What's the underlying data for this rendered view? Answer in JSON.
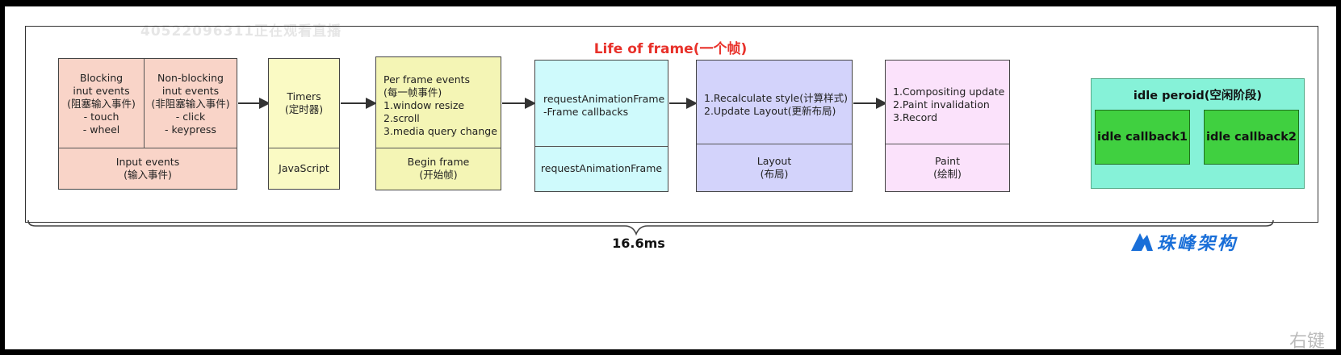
{
  "title": "Life of frame(一个帧)",
  "watermark": "40522096311正在观看直播",
  "input_box": {
    "blocking": [
      "Blocking",
      "inut events",
      "(阻塞输入事件)",
      "- touch",
      "- wheel"
    ],
    "non_blocking": [
      "Non-blocking",
      "inut events",
      "(非阻塞输入事件)",
      "- click",
      "- keypress"
    ],
    "footer": [
      "Input events",
      "(输入事件)"
    ]
  },
  "timers_box": {
    "top": [
      "Timers",
      "(定时器)"
    ],
    "bottom": "JavaScript"
  },
  "begin_box": {
    "top": [
      "Per frame events",
      "(每一帧事件)",
      "1.window resize",
      "2.scroll",
      "3.media query change"
    ],
    "bottom": [
      "Begin frame",
      "(开始帧)"
    ]
  },
  "raf_box": {
    "top": [
      "requestAnimationFrame",
      "-Frame callbacks"
    ],
    "bottom": "requestAnimationFrame"
  },
  "layout_box": {
    "top": [
      "1.Recalculate style(计算样式)",
      "2.Update Layout(更新布局)"
    ],
    "bottom": [
      "Layout",
      "(布局)"
    ]
  },
  "paint_box": {
    "top": [
      "1.Compositing update",
      "2.Paint invalidation",
      "3.Record"
    ],
    "bottom": [
      "Paint",
      "(绘制)"
    ]
  },
  "idle": {
    "title": "idle peroid(空闲阶段)",
    "callback1": "idle callback1",
    "callback2": "idle callback2"
  },
  "duration": "16.6ms",
  "logo_text": "珠峰架构",
  "corner_text": "右键",
  "colors": {
    "title": "#e8312a",
    "input_fill": "#f9d4c8",
    "timers_fill": "#fafac4",
    "begin_fill": "#f4f5b5",
    "raf_fill": "#cffafc",
    "layout_fill": "#d3d3fb",
    "paint_fill": "#fbe2fb",
    "idle_fill": "#86f2d8",
    "callback_fill": "#40d040",
    "logo": "#1a6fd8"
  }
}
